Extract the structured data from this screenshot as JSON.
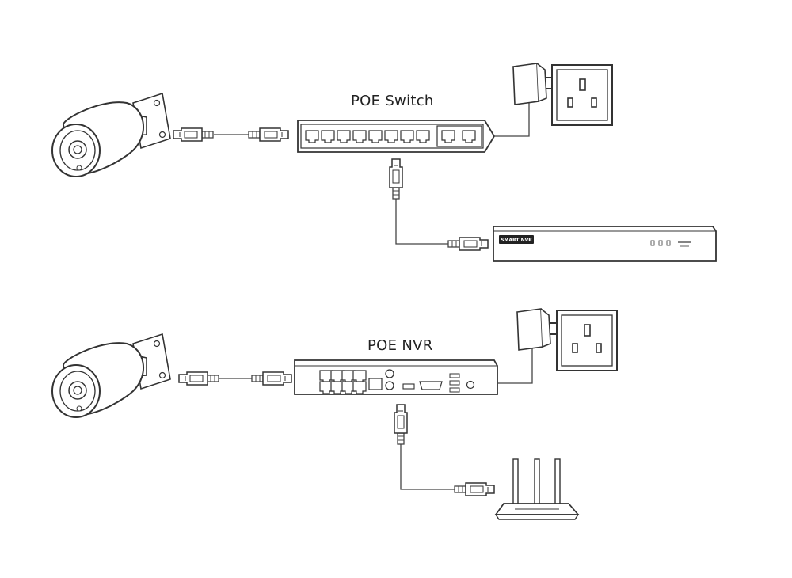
{
  "diagram": {
    "line_color": "#444444",
    "background": "#ffffff",
    "top": {
      "switch_label": "POE Switch",
      "nvr_badge": "SMART NVR"
    },
    "bottom": {
      "nvr_label": "POE NVR"
    },
    "icons": [
      "bullet-camera-icon",
      "rj45-plug-icon",
      "poe-switch-icon",
      "power-adapter-icon",
      "wall-socket-icon",
      "nvr-recorder-icon",
      "router-icon"
    ]
  }
}
